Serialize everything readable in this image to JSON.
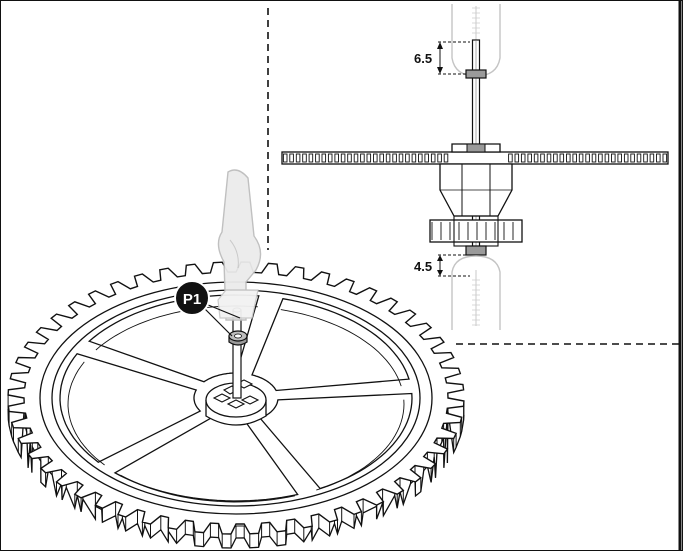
{
  "callout": {
    "label": "P1",
    "fill_color": "#111111",
    "text_color": "#ffffff"
  },
  "dimensions": {
    "top_spacing": "6.5",
    "bottom_spacing": "4.5"
  },
  "colors": {
    "line": "#111111",
    "ghost_part": "#bdbdbd",
    "highlight_washer": "#9a9a9a",
    "background": "#ffffff"
  },
  "parts": {
    "main_gear_teeth": 52,
    "main_gear_spokes": 5,
    "side_gear_teeth": 60
  }
}
